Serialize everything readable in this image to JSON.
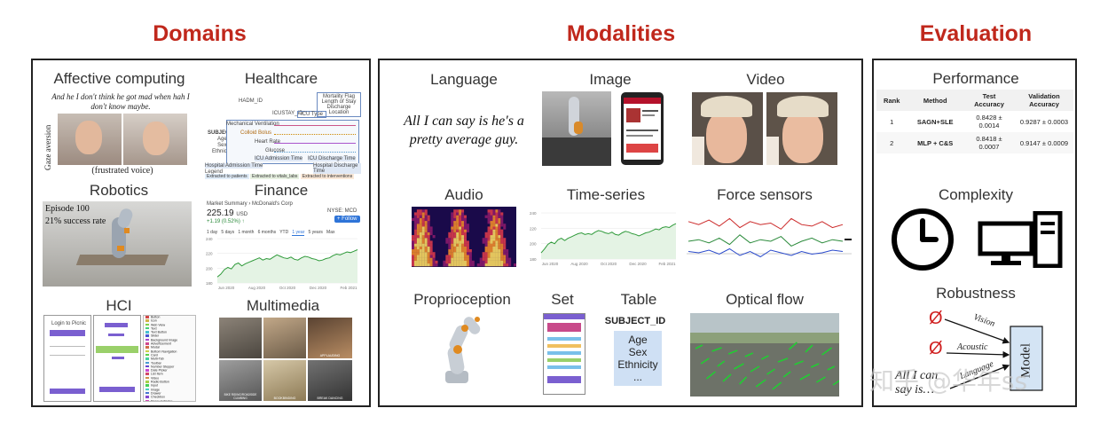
{
  "headings": {
    "domains": "Domains",
    "modalities": "Modalities",
    "evaluation": "Evaluation"
  },
  "colors": {
    "heading": "#c0281c",
    "spectrogram_bg": "#1a0a4a",
    "flow_lines": "#22cc33"
  },
  "domains": {
    "affective": {
      "label": "Affective computing",
      "quote": "And he I don't think he got mad when hah I don't know maybe.",
      "side_label": "Gaze aversion",
      "caption": "(frustrated voice)"
    },
    "healthcare": {
      "label": "Healthcare",
      "id_left": "SUBJECT_ID",
      "id_mid": "HADM_ID",
      "id_right": "ICUSTAY_ID",
      "icu_type": "ICU Type",
      "fields": [
        "Age",
        "Sex",
        "Ethnicity"
      ],
      "right_box": [
        "Mortality Flag",
        "Length of Stay",
        "Discharge Location"
      ],
      "rows": [
        "Mechanical Ventilation",
        "Colloid Bolus",
        "Heart Rate",
        "Glucose"
      ],
      "icu_admission": "ICU Admission Time",
      "icu_discharge": "ICU Discharge Time",
      "hosp_admission": "Hospital Admission Time",
      "hosp_discharge": "Hospital Discharge Time",
      "legend_title": "Legend",
      "legend_items": [
        "Extracted to patients",
        "Extracted to vitals_labs",
        "Extracted to interventions"
      ]
    },
    "robotics": {
      "label": "Robotics",
      "episode": "Episode 100",
      "rate": "21% success rate"
    },
    "finance": {
      "label": "Finance",
      "summary": "Market Summary › McDonald's Corp",
      "price": "225.19",
      "currency": "USD",
      "change": "+1.19 (0.52%) ↑",
      "ticker": "NYSE: MCD",
      "follow": "+ Follow",
      "ranges": [
        "1 day",
        "5 days",
        "1 month",
        "6 months",
        "YTD",
        "1 year",
        "5 years",
        "Max"
      ],
      "x_ticks": [
        "Jun 2020",
        "Aug 2020",
        "Oct 2020",
        "Dec 2020",
        "Feb 2021"
      ],
      "y_ticks": [
        "240",
        "220",
        "200",
        "180"
      ],
      "series": [
        188,
        192,
        198,
        201,
        199,
        205,
        207,
        203,
        206,
        208,
        210,
        212,
        214,
        211,
        213,
        212,
        215,
        218,
        216,
        214,
        213,
        215,
        212,
        211,
        214,
        216,
        215,
        213,
        212,
        210,
        211,
        213,
        214,
        217,
        219,
        218,
        220,
        222,
        221,
        223,
        225
      ]
    },
    "hci": {
      "label": "HCI",
      "login_title": "Login to Picnic",
      "menu": [
        "Button",
        "Icon",
        "Web View",
        "Text",
        "Text Button",
        "Slider",
        "Background Image",
        "Advertisement",
        "Modal",
        "Bottom Navigation",
        "Card",
        "Multi-Tab",
        "Toolbar",
        "Number Stepper",
        "Date Picker",
        "List Item",
        "Video",
        "Radio Button",
        "Input",
        "Image",
        "Drawer",
        "Checkbox",
        "Pager Indicator",
        "On/Off Switch",
        "Map View"
      ]
    },
    "multimedia": {
      "label": "Multimedia",
      "tiles": [
        "",
        "",
        "APPLAUDING",
        "BIKE RIDING/ROADSIDE CLIMBING",
        "BOOKBINDING",
        "BREAK DANCING"
      ]
    }
  },
  "modalities": {
    "language": {
      "label": "Language",
      "text": "All I can say is he's a pretty average guy."
    },
    "image": {
      "label": "Image"
    },
    "video": {
      "label": "Video"
    },
    "audio": {
      "label": "Audio"
    },
    "timeseries": {
      "label": "Time-series",
      "x_ticks": [
        "Jun 2020",
        "Aug 2020",
        "Oct 2020",
        "Dec 2020",
        "Feb 2021"
      ],
      "y_ticks": [
        "240",
        "220",
        "200",
        "180"
      ],
      "series": [
        188,
        193,
        199,
        202,
        200,
        205,
        207,
        204,
        207,
        209,
        211,
        213,
        214,
        212,
        213,
        212,
        215,
        217,
        216,
        214,
        213,
        215,
        212,
        211,
        214,
        216,
        215,
        213,
        212,
        210,
        212,
        214,
        215,
        217,
        219,
        218,
        221,
        222,
        221,
        224,
        226
      ]
    },
    "force": {
      "label": "Force sensors",
      "red": [
        0.2,
        0.3,
        0.15,
        0.35,
        0.1,
        0.4,
        0.2,
        0.3,
        0.25,
        0.45,
        0.1,
        0.3,
        0.35,
        0.2,
        0.4,
        0.3
      ],
      "green": [
        0.5,
        0.45,
        0.55,
        0.4,
        0.6,
        0.3,
        0.55,
        0.45,
        0.5,
        0.35,
        0.65,
        0.5,
        0.4,
        0.55,
        0.45,
        0.5
      ],
      "blue": [
        0.55,
        0.6,
        0.5,
        0.65,
        0.45,
        0.7,
        0.55,
        0.75,
        0.5,
        0.6,
        0.7,
        0.55,
        0.65,
        0.6,
        0.5,
        0.55
      ]
    },
    "proprioception": {
      "label": "Proprioception"
    },
    "set": {
      "label": "Set"
    },
    "table": {
      "label": "Table",
      "header": "SUBJECT_ID",
      "fields": [
        "Age",
        "Sex",
        "Ethnicity",
        "..."
      ]
    },
    "optical_flow": {
      "label": "Optical flow"
    }
  },
  "evaluation": {
    "performance": {
      "label": "Performance",
      "columns": [
        "Rank",
        "Method",
        "Test Accuracy",
        "Validation Accuracy"
      ],
      "rows": [
        {
          "rank": "1",
          "method": "SAGN+SLE",
          "test": "0.8428 ± 0.0014",
          "val": "0.9287 ± 0.0003"
        },
        {
          "rank": "2",
          "method": "MLP + C&S",
          "test": "0.8418 ± 0.0007",
          "val": "0.9147 ± 0.0009"
        }
      ]
    },
    "complexity": {
      "label": "Complexity"
    },
    "robustness": {
      "label": "Robustness",
      "empty_symbol": "Ø",
      "arrows": [
        "Vision",
        "Acoustic",
        "Language"
      ],
      "model": "Model",
      "text": "All I can say is…"
    },
    "watermark": "知乎 @华年ss"
  }
}
